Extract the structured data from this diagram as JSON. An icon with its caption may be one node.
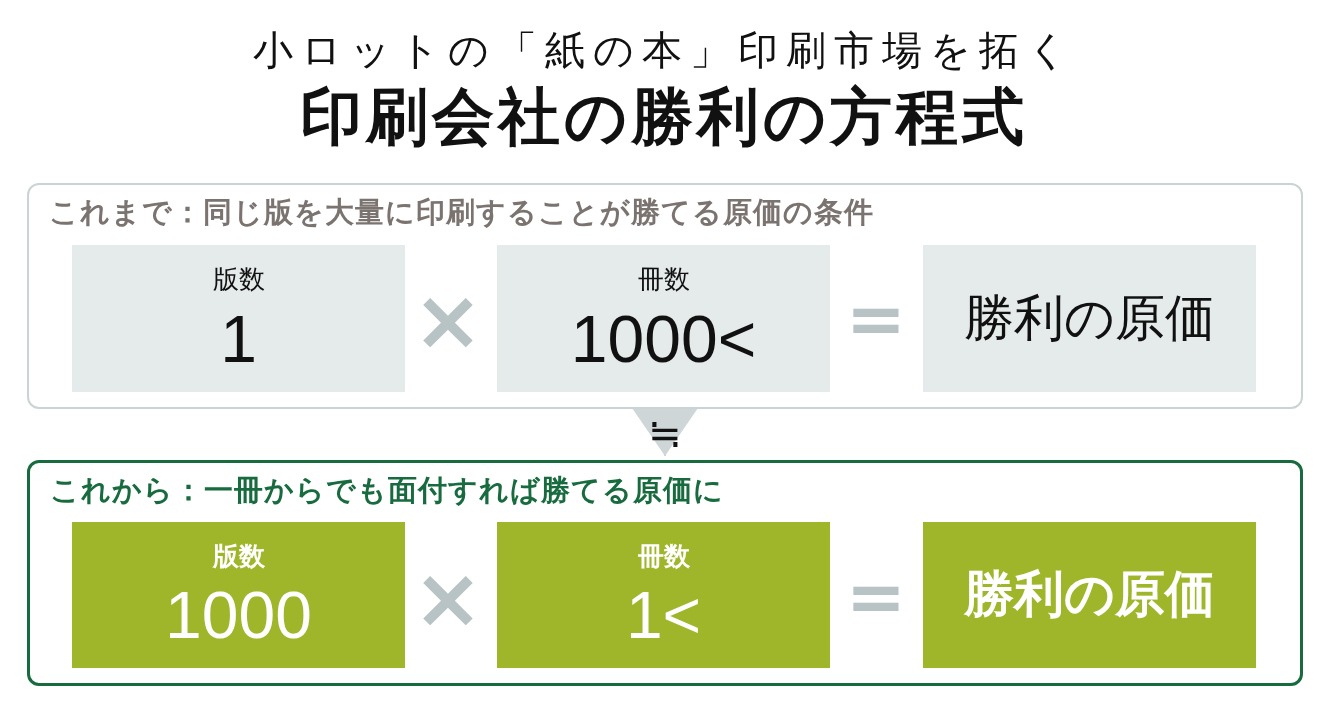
{
  "diagram": {
    "title": "印刷会社の勝利の方程式",
    "nodes": [
      {
        "text": [
          "これまで：同じ版を大量に印刷することが勝てる原価の条件"
        ]
      },
      {
        "text": [
          "版数",
          "1"
        ],
        "in": 0
      },
      {
        "text": [
          "冊数",
          "1000<"
        ],
        "in": 0
      },
      {
        "text": [
          "勝利の原価"
        ],
        "in": 0
      },
      {
        "text": [
          "これから：一冊からでも面付すれば勝てる原価に"
        ]
      },
      {
        "text": [
          "版数",
          "1000"
        ],
        "in": 4
      },
      {
        "text": [
          "冊数",
          "1<"
        ],
        "in": 4
      },
      {
        "text": [
          "勝利の原価"
        ],
        "in": 4
      }
    ],
    "edges": [
      {
        "from": 0,
        "to": 4,
        "arrow": "to",
        "label": "≒"
      }
    ],
    "labels": [
      "小ロットの「紙の本」印刷市場を拓く",
      "×",
      "=",
      "×",
      "="
    ]
  }
}
